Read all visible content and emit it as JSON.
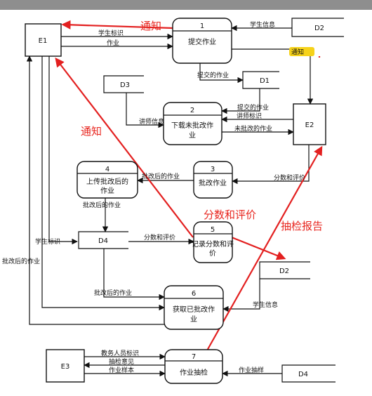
{
  "entities": {
    "e1": "E1",
    "e2": "E2",
    "e3": "E3"
  },
  "processes": {
    "p1": {
      "num": "1",
      "title": "提交作业"
    },
    "p2": {
      "num": "2",
      "title_line1": "下载未批改作",
      "title_line2": "业"
    },
    "p3": {
      "num": "3",
      "title": "批改作业"
    },
    "p4": {
      "num": "4",
      "title_line1": "上传批改后的",
      "title_line2": "作业"
    },
    "p5": {
      "num": "5",
      "title_line1": "记录分数和评",
      "title_line2": "价"
    },
    "p6": {
      "num": "6",
      "title_line1": "获取已批改作",
      "title_line2": "业"
    },
    "p7": {
      "num": "7",
      "title": "作业抽检"
    }
  },
  "stores": {
    "d1": "D1",
    "d2_top": "D2",
    "d2_mid": "D2",
    "d3": "D3",
    "d4_mid": "D4",
    "d4_bottom": "D4"
  },
  "flows": {
    "student_id": "学生标识",
    "homework": "作业",
    "student_info_top": "学生信息",
    "submitted_homework_d1": "提交的作业",
    "submitted_homework_p2": "提交的作业",
    "lecturer_id": "讲师标识",
    "lecturer_info": "讲师信息",
    "ungraded_homework": "未批改的作业",
    "graded_homework_p3_p4": "批改后的作业",
    "score_and_review_e2": "分数和评价",
    "graded_homework_p4_d4": "批改后的作业",
    "score_and_review_d4": "分数和评价",
    "student_id_left": "学生标识",
    "graded_homework_left": "批改后的作业",
    "graded_homework_p6": "批改后的作业",
    "student_info_bottom": "学生信息",
    "staff_id": "教务人员标识",
    "check_opinion": "抽检意见",
    "homework_sample": "作业样本",
    "homework_sample_d4": "作业抽样"
  },
  "annotations": {
    "notify_top": "通知",
    "notify_tag": "通知",
    "notify_left": "通知",
    "score_review": "分数和评价",
    "spot_check_report": "抽检报告"
  }
}
